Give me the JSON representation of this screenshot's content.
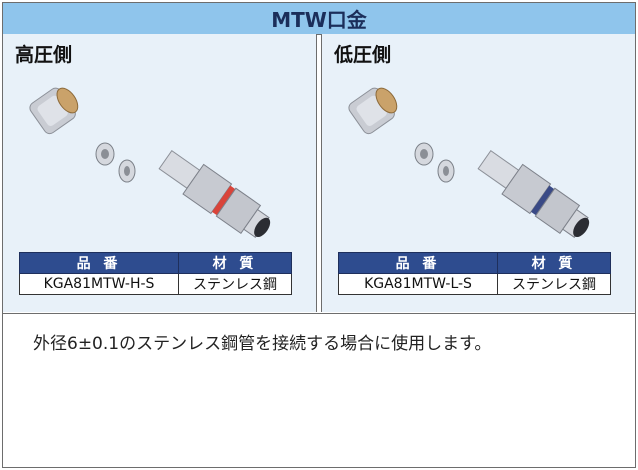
{
  "title": "MTW口金",
  "panels": [
    {
      "label": "高圧側",
      "table": {
        "header_part": "品 番",
        "header_material": "材 質",
        "part_number": "KGA81MTW-H-S",
        "material": "ステンレス鋼"
      },
      "ring_color": "#d9443a"
    },
    {
      "label": "低圧側",
      "table": {
        "header_part": "品 番",
        "header_material": "材 質",
        "part_number": "KGA81MTW-L-S",
        "material": "ステンレス鋼"
      },
      "ring_color": "#3a4a86"
    }
  ],
  "description": "外径6±0.1のステンレス鋼管を接続する場合に使用します。",
  "colors": {
    "title_bg": "#8fc5ec",
    "panel_bg": "#e8f1f9",
    "table_header_bg": "#2e4c8f"
  }
}
